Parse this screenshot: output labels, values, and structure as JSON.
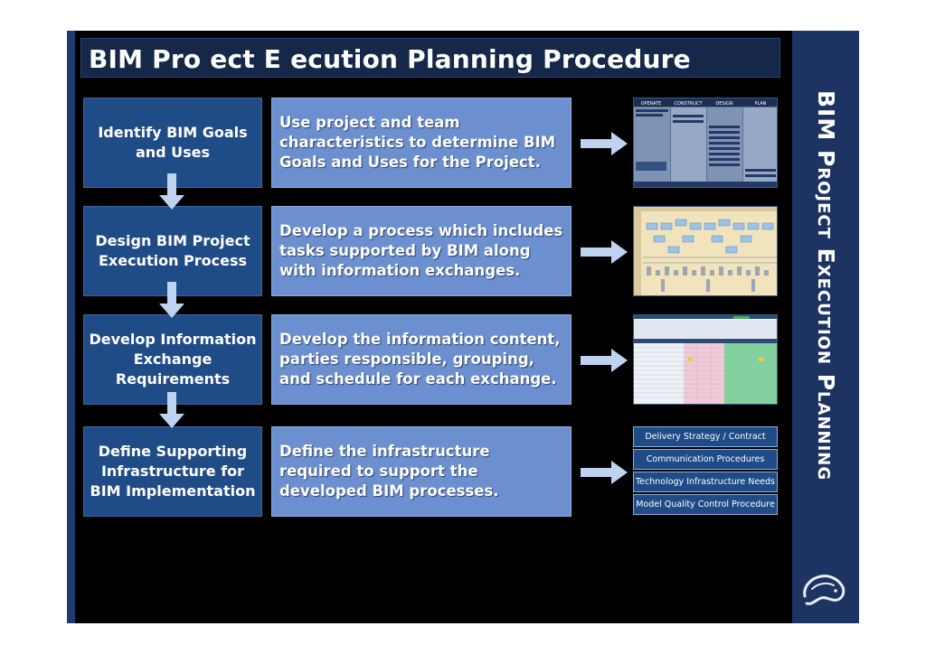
{
  "title": "BIM Pro ect E  ecution Planning Procedure",
  "side_title": "BIM Project Execution Planning",
  "steps": [
    {
      "name": "Identify BIM Goals and Uses",
      "description": "Use project and team characteristics to determine BIM Goals and Uses for the Project."
    },
    {
      "name": "Design BIM Project Execution Process",
      "description": "Develop a process which includes tasks supported by BIM along with information exchanges."
    },
    {
      "name": "Develop Information Exchange Requirements",
      "description": "Develop the information content, parties responsible, grouping, and schedule for each exchange."
    },
    {
      "name": "Define Supporting Infrastructure for BIM Implementation",
      "description": "Define the infrastructure required to support the developed BIM processes."
    }
  ],
  "thumbnails": {
    "goals_uses": {
      "headers": [
        "OPERATE",
        "CONSTRUCT",
        "DESIGN",
        "PLAN"
      ]
    }
  },
  "infrastructure_items": [
    "Delivery Strategy / Contract",
    "Communication Procedures",
    "Technology Infrastructure Needs",
    "Model Quality Control Procedure"
  ],
  "colors": {
    "step_box": "#1f4b86",
    "description_box": "#6c90cf",
    "arrow": "#bfd2f0",
    "side_band": "#1d3462"
  },
  "icons": {
    "logo": "nittany-lion-logo"
  }
}
